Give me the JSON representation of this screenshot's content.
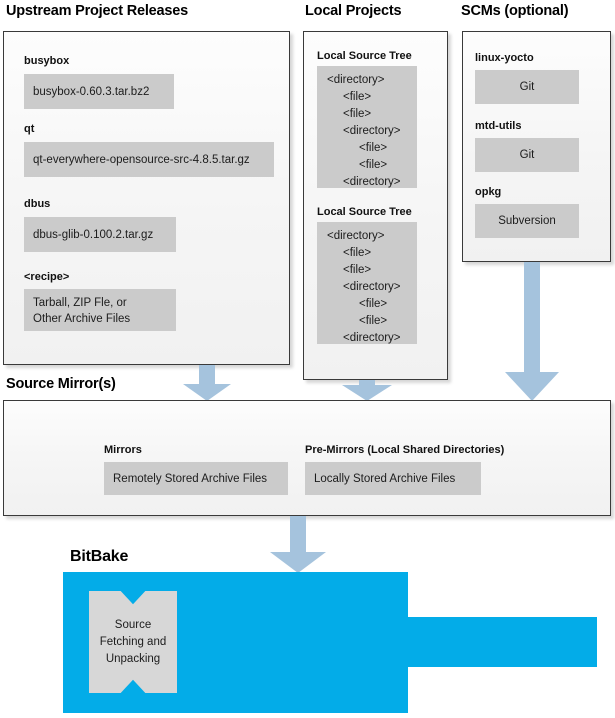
{
  "colors": {
    "accent_blue": "#03ace8",
    "arrow_blue": "#a5c3dd",
    "item_box_gray": "#cbcbcb",
    "panel_bg": "#f5f5f5",
    "panel_border": "#3a3a3a"
  },
  "sections": {
    "upstream": {
      "title": "Upstream Project Releases",
      "items": [
        {
          "label": "busybox",
          "value": "busybox-0.60.3.tar.bz2"
        },
        {
          "label": "qt",
          "value": "qt-everywhere-opensource-src-4.8.5.tar.gz"
        },
        {
          "label": "dbus",
          "value": "dbus-glib-0.100.2.tar.gz"
        },
        {
          "label": "<recipe>",
          "value_line1": "Tarball, ZIP Fle, or",
          "value_line2": "Other Archive Files"
        }
      ]
    },
    "local_projects": {
      "title": "Local Projects",
      "trees": [
        {
          "label": "Local Source Tree",
          "nodes": [
            {
              "text": "<directory>",
              "depth": 0
            },
            {
              "text": "<file>",
              "depth": 1
            },
            {
              "text": "<file>",
              "depth": 1
            },
            {
              "text": "<directory>",
              "depth": 1
            },
            {
              "text": "<file>",
              "depth": 2
            },
            {
              "text": "<file>",
              "depth": 2
            },
            {
              "text": "<directory>",
              "depth": 1
            }
          ]
        },
        {
          "label": "Local Source Tree",
          "nodes": [
            {
              "text": "<directory>",
              "depth": 0
            },
            {
              "text": "<file>",
              "depth": 1
            },
            {
              "text": "<file>",
              "depth": 1
            },
            {
              "text": "<directory>",
              "depth": 1
            },
            {
              "text": "<file>",
              "depth": 2
            },
            {
              "text": "<file>",
              "depth": 2
            },
            {
              "text": "<directory>",
              "depth": 1
            }
          ]
        }
      ]
    },
    "scms": {
      "title": "SCMs (optional)",
      "items": [
        {
          "label": "linux-yocto",
          "value": "Git"
        },
        {
          "label": "mtd-utils",
          "value": "Git"
        },
        {
          "label": "opkg",
          "value": "Subversion"
        }
      ]
    },
    "source_mirrors": {
      "title": "Source Mirror(s)",
      "groups": [
        {
          "label": "Mirrors",
          "value": "Remotely Stored Archive Files"
        },
        {
          "label": "Pre-Mirrors (Local Shared Directories)",
          "value": "Locally Stored Archive Files"
        }
      ]
    },
    "bitbake": {
      "title": "BitBake",
      "task": {
        "line1": "Source",
        "line2": "Fetching and",
        "line3": "Unpacking"
      }
    }
  },
  "flow_arrows": [
    {
      "name": "upstream-to-mirrors"
    },
    {
      "name": "local-projects-to-mirrors"
    },
    {
      "name": "scms-to-mirrors"
    },
    {
      "name": "mirrors-to-bitbake"
    }
  ]
}
